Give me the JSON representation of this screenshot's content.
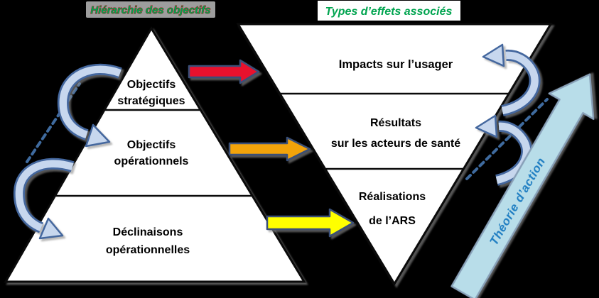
{
  "titles": {
    "left": "Hiérarchie des objectifs",
    "right": "Types d’effets associés"
  },
  "pyramid": {
    "levels": [
      {
        "lines": [
          "Objectifs",
          "stratégiques"
        ]
      },
      {
        "lines": [
          "Objectifs",
          "opérationnels"
        ]
      },
      {
        "lines": [
          "Déclinaisons",
          "opérationnelles"
        ]
      }
    ]
  },
  "funnel": {
    "levels": [
      {
        "lines": [
          "Impacts sur l’usager"
        ]
      },
      {
        "lines": [
          "Résultats",
          "sur les acteurs de santé"
        ]
      },
      {
        "lines": [
          "Réalisations",
          "de l’ARS"
        ]
      }
    ]
  },
  "theory_arrow": {
    "label": "Théorie d’action"
  },
  "colors": {
    "background": "#000000",
    "title_green": "#00a44f",
    "title_left_bg": "#9d9d9d",
    "red_arrow": "#e8112d",
    "orange_arrow": "#f2a30a",
    "yellow_arrow": "#ffff00",
    "curved_arrow_fill": "#c7d7ee",
    "curved_arrow_stroke": "#44679e",
    "big_arrow_fill": "#b8dde9",
    "big_arrow_text": "#1f7ec2"
  }
}
